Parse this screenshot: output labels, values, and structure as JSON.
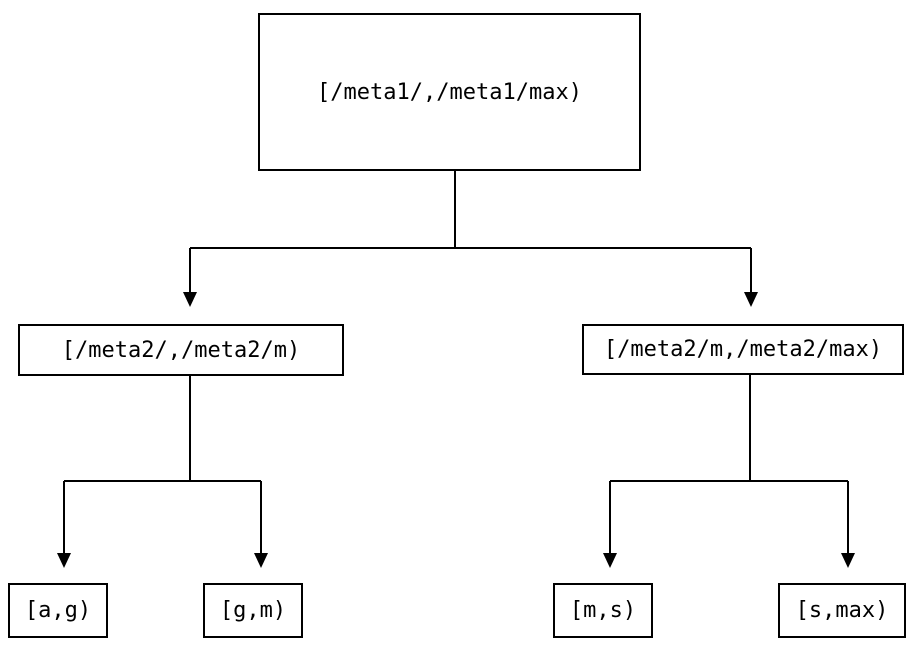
{
  "colors": {
    "background": "#ffffff",
    "line": "#000000",
    "text": "#000000"
  },
  "tree": {
    "root": {
      "label": "[/meta1/,/meta1/max)",
      "children": [
        {
          "label": "[/meta2/,/meta2/m)",
          "children": [
            {
              "label": "[a,g)"
            },
            {
              "label": "[g,m)"
            }
          ]
        },
        {
          "label": "[/meta2/m,/meta2/max)",
          "children": [
            {
              "label": "[m,s)"
            },
            {
              "label": "[s,max)"
            }
          ]
        }
      ]
    }
  }
}
